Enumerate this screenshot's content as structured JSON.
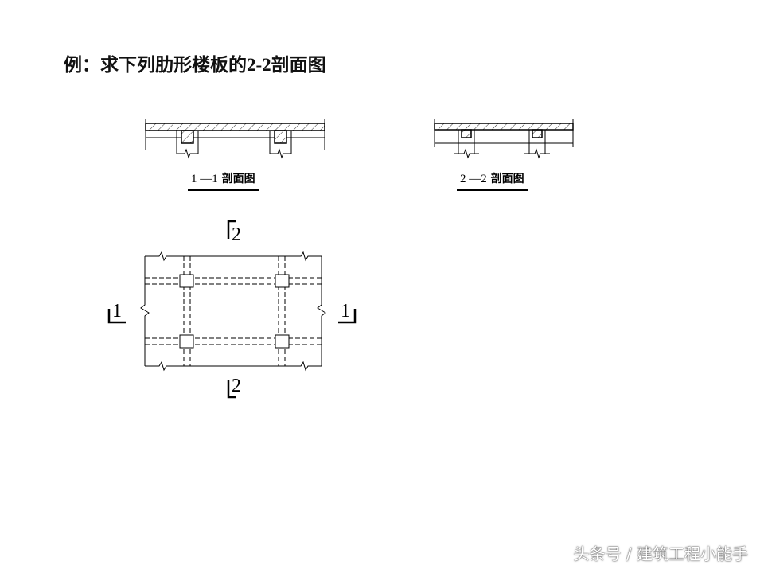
{
  "title": {
    "prefix": "例：求下列肋形楼板的",
    "num": "2-2",
    "suffix": "剖面图"
  },
  "section_1": {
    "num": "1 —1",
    "label": "剖面图"
  },
  "section_2": {
    "num": "2 —2",
    "label": "剖面图"
  },
  "plan_marks": {
    "top": "2",
    "bottom": "2",
    "left": "1",
    "right": "1"
  },
  "watermark": "头条号 / 建筑工程小能手"
}
